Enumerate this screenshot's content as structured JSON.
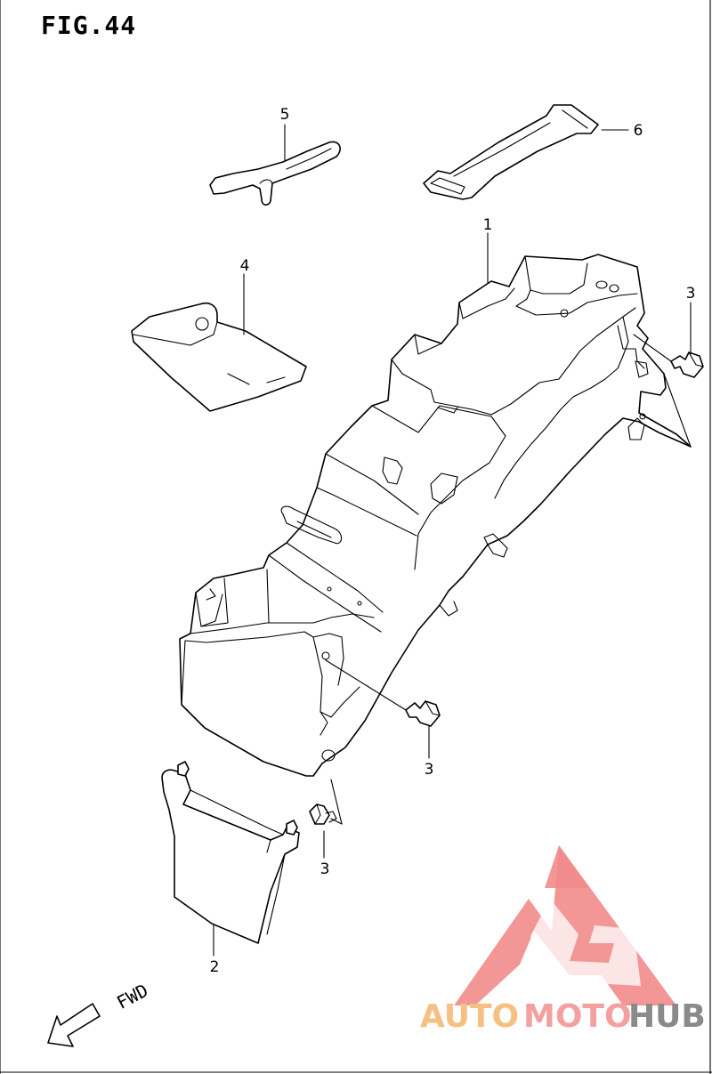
{
  "figure": {
    "title": "FIG.44"
  },
  "callouts": {
    "p1": "1",
    "p2": "2",
    "p3a": "3",
    "p3b": "3",
    "p3c": "3",
    "p4": "4",
    "p5": "5",
    "p6": "6"
  },
  "direction_label": "FWD",
  "watermark": {
    "part1": "AUTO",
    "part2": "MOTO",
    "part3": "HUB",
    "colors": {
      "triangle": "#f28b8b",
      "auto": "#f6c083",
      "moto": "#f4a0a0",
      "hub": "#8a8a8a"
    }
  }
}
